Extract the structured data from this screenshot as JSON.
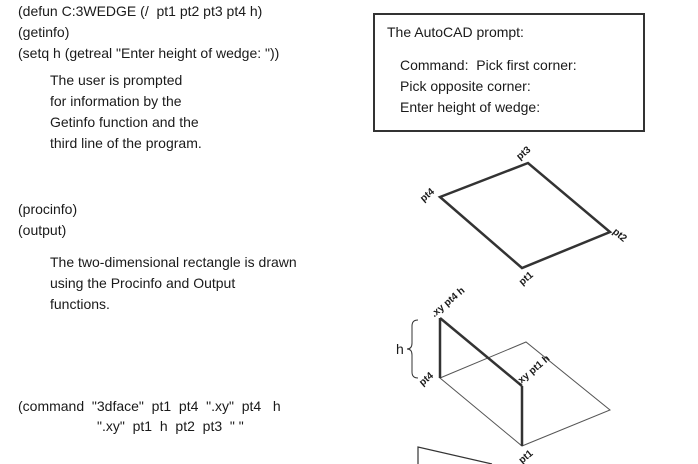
{
  "code": {
    "line1": "(defun C:3WEDGE (/  pt1 pt2 pt3 pt4 h)",
    "line2": "(getinfo)",
    "line3": "(setq h (getreal \"Enter height of wedge: \"))",
    "line4": "(procinfo)",
    "line5": "(output)",
    "line6": "(command  \"3dface\"  pt1  pt4  \".xy\"  pt4   h",
    "line7": "\".xy\"  pt1  h  pt2  pt3  \" \""
  },
  "descriptions": {
    "getinfo": [
      "The user is prompted",
      "for information by the",
      "Getinfo function and the",
      "third line of the program."
    ],
    "procinfo": [
      "The two-dimensional rectangle is drawn",
      "using the Procinfo and Output",
      "functions."
    ]
  },
  "prompt_box": {
    "title": "The AutoCAD prompt:",
    "lines": [
      "Command:  Pick first corner:",
      "Pick opposite corner:",
      "Enter height of wedge:"
    ]
  },
  "diagram_top": {
    "labels": {
      "pt3": "pt3",
      "pt4": "pt4",
      "pt2": "pt2",
      "pt1": "pt1"
    }
  },
  "diagram_bottom": {
    "labels": {
      "h": "h",
      "xy_pt4_h": ".xy pt4 h",
      "pt4": "pt4",
      "xy_pt1_h": ".xy pt1 h",
      "pt1": "pt1"
    }
  }
}
